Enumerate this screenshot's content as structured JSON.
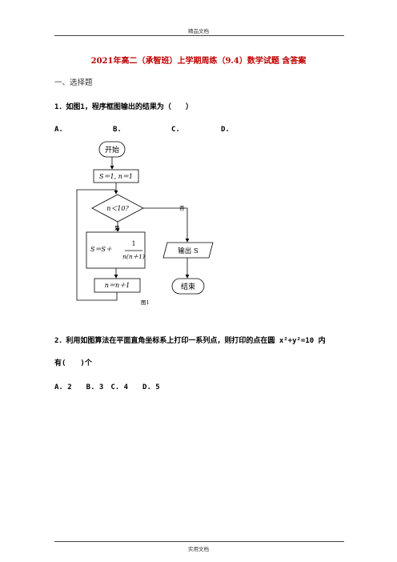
{
  "header": {
    "text": "精品文档"
  },
  "title": "2021年高二（承智班）上学期周练（9.4）数学试题 含答案",
  "section": "一、选择题",
  "q1": {
    "text": "1．如图1，程序框图输出的结果为（　　）",
    "options": [
      "A.",
      "B.",
      "C.",
      "D."
    ]
  },
  "flowchart": {
    "start": "开始",
    "init": "S＝1, n＝1",
    "cond": "n＜10?",
    "yes": "是",
    "no": "否",
    "update_s_left": "S＝S＋",
    "frac_num": "1",
    "frac_den": "n(n＋1)",
    "output": "输出 S",
    "update_n": "n＝n＋1",
    "end": "结束",
    "caption": "图1"
  },
  "q2": {
    "line1": "2．利用如图算法在平面直角坐标系上打印一系列点，则打印的点在圆 x²+y²=10 内",
    "line2": "有(　　)个",
    "options": "A. 2　　B. 3　C. 4　　D. 5"
  },
  "footer": {
    "text": "实用文档"
  }
}
